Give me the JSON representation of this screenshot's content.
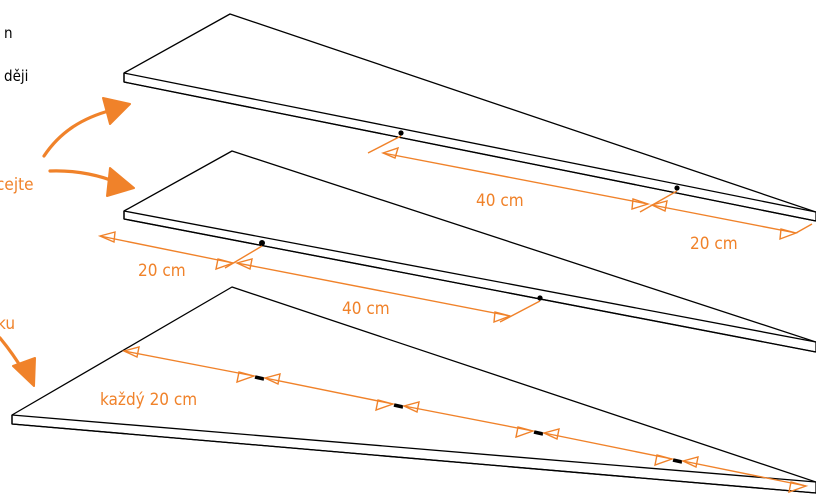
{
  "accent_color": "#f0822a",
  "text_color": "#000000",
  "side_notes": {
    "top_right_fragment_1": "n",
    "top_right_fragment_2": "ději",
    "left_middle_fragment": "cejte",
    "left_lower_fragment": "ku"
  },
  "boards": [
    {
      "name": "top-board",
      "dimensions": [
        {
          "label": "40 cm"
        },
        {
          "label": "20 cm"
        }
      ]
    },
    {
      "name": "middle-board",
      "dimensions": [
        {
          "label": "20 cm"
        },
        {
          "label": "40 cm"
        }
      ]
    },
    {
      "name": "bottom-board",
      "dimensions": [
        {
          "label": "každý 20 cm"
        }
      ]
    }
  ],
  "icons": [
    "curved-arrow-icon",
    "dimension-arrow-icon",
    "drill-hole-icon"
  ]
}
